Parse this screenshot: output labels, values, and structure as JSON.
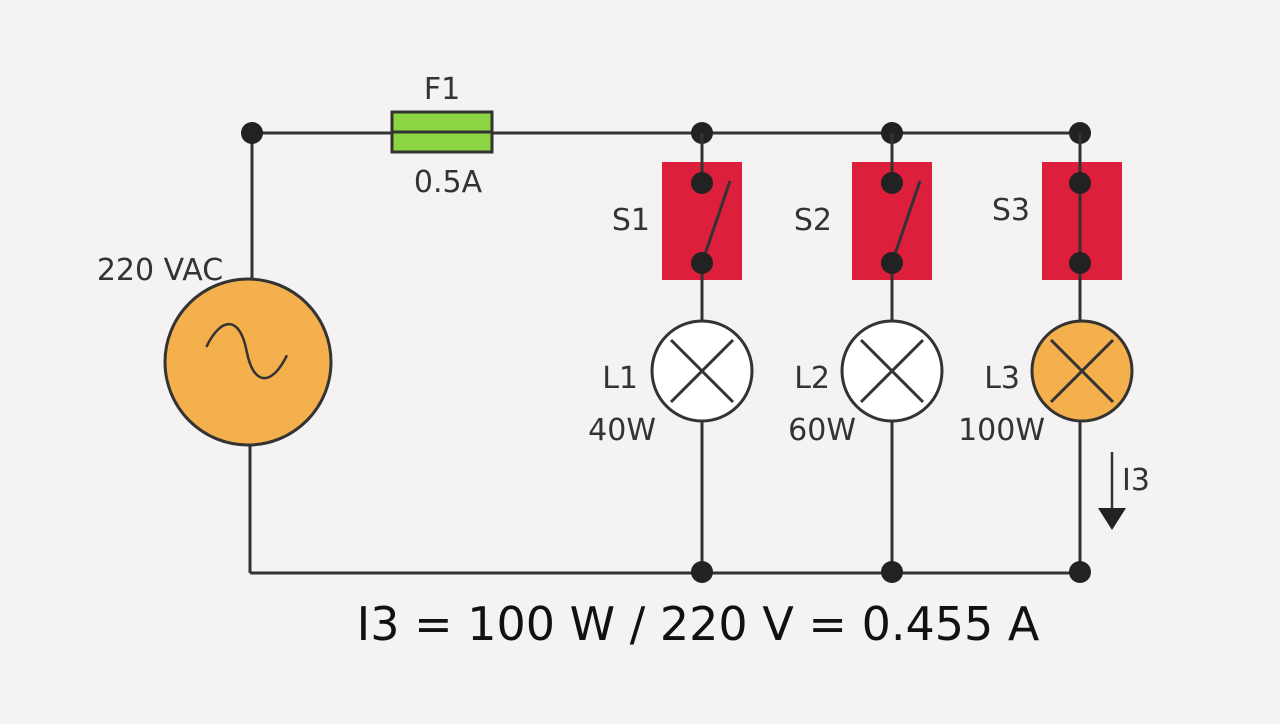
{
  "colors": {
    "background": "#f4f2f2",
    "wire": "#333333",
    "fuse": "#8cd442",
    "switch": "#dd1f3c",
    "source": "#f4b04d",
    "lamp_off": "#ffffff",
    "lamp_on": "#f4b04d"
  },
  "source": {
    "label": "220 VAC",
    "icon": "sine-wave-icon"
  },
  "fuse": {
    "name": "F1",
    "rating": "0.5A"
  },
  "branches": [
    {
      "switch": "S1",
      "switch_state": "open",
      "lamp": "L1",
      "power": "40W",
      "lit": false
    },
    {
      "switch": "S2",
      "switch_state": "open",
      "lamp": "L2",
      "power": "60W",
      "lit": false
    },
    {
      "switch": "S3",
      "switch_state": "closed",
      "lamp": "L3",
      "power": "100W",
      "lit": true
    }
  ],
  "current_arrow": {
    "label": "I3",
    "icon": "arrow-down-icon"
  },
  "equation": "I3 = 100 W / 220 V = 0.455 A"
}
